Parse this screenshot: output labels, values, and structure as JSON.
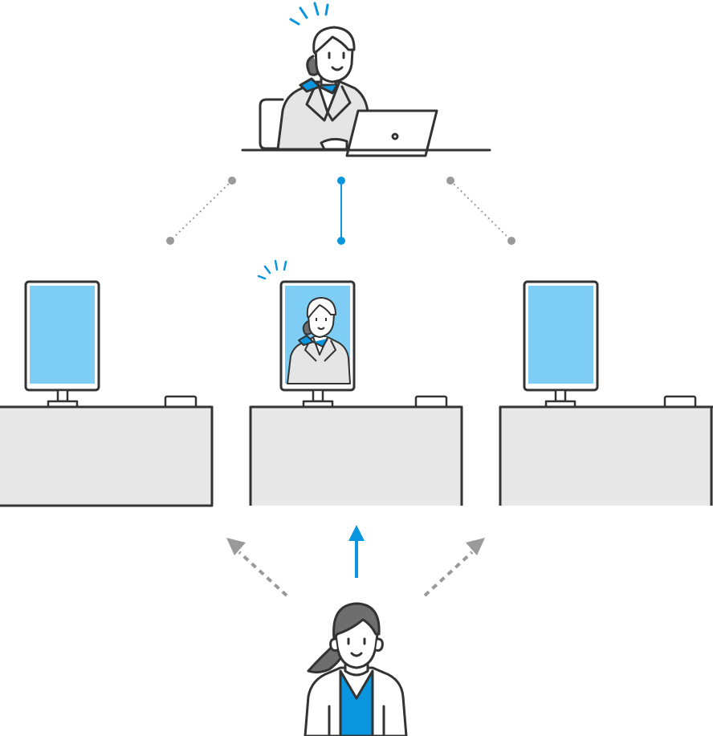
{
  "colors": {
    "stroke": "#333333",
    "accent_blue": "#0a95df",
    "screen_blue": "#7ecdf4",
    "desk_gray": "#e8e8e8",
    "suit_gray": "#e5e5e5",
    "hair_gray": "#6e6e6e",
    "connector_gray": "#9a9a9a"
  },
  "icons": {
    "operator": "operator-with-laptop-icon",
    "kiosk_left": "kiosk-left-icon",
    "kiosk_center": "kiosk-center-active-icon",
    "kiosk_right": "kiosk-right-icon",
    "visitor": "visitor-woman-icon",
    "arrow_active": "arrow-up-active-icon",
    "arrow_inactive": "arrow-dashed-icon"
  },
  "kiosks": [
    {
      "position": "left",
      "active": false
    },
    {
      "position": "center",
      "active": true
    },
    {
      "position": "right",
      "active": false
    }
  ]
}
